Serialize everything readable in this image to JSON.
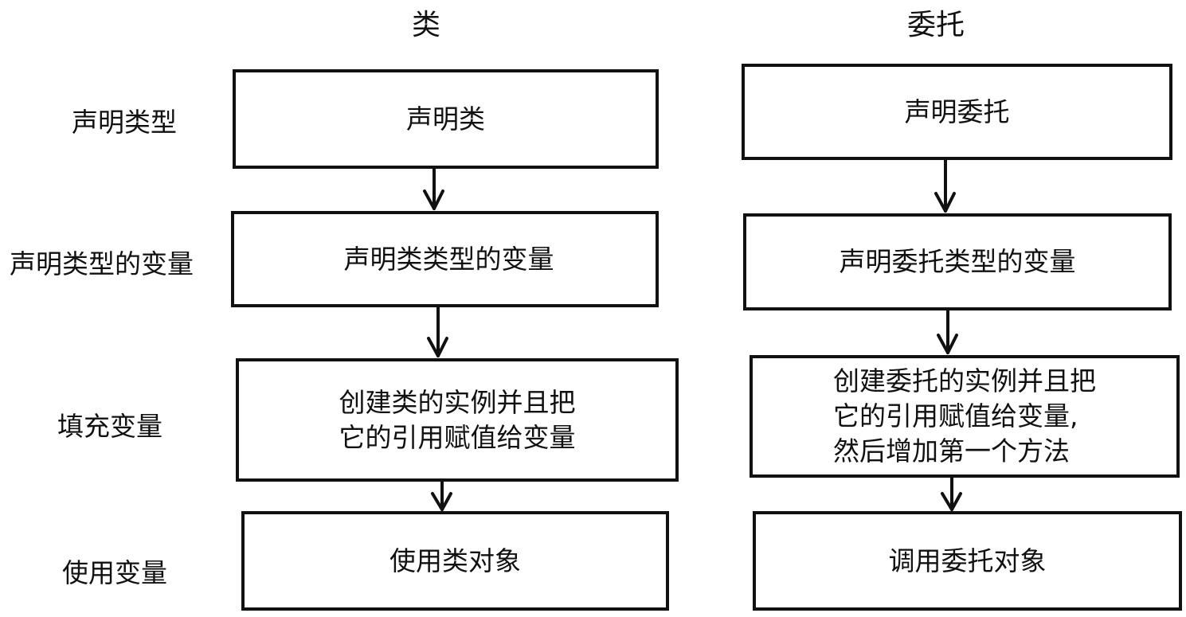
{
  "columns": {
    "class": {
      "title": "类"
    },
    "delegate": {
      "title": "委托"
    }
  },
  "row_labels": [
    "声明类型",
    "声明类型的变量",
    "填充变量",
    "使用变量"
  ],
  "class_steps": [
    [
      "声明类"
    ],
    [
      "声明类类型的变量"
    ],
    [
      "创建类的实例并且把",
      "它的引用赋值给变量"
    ],
    [
      "使用类对象"
    ]
  ],
  "delegate_steps": [
    [
      "声明委托"
    ],
    [
      "声明委托类型的变量"
    ],
    [
      "创建委托的实例并且把",
      "它的引用赋值给变量,",
      "然后增加第一个方法"
    ],
    [
      "调用委托对象"
    ]
  ]
}
